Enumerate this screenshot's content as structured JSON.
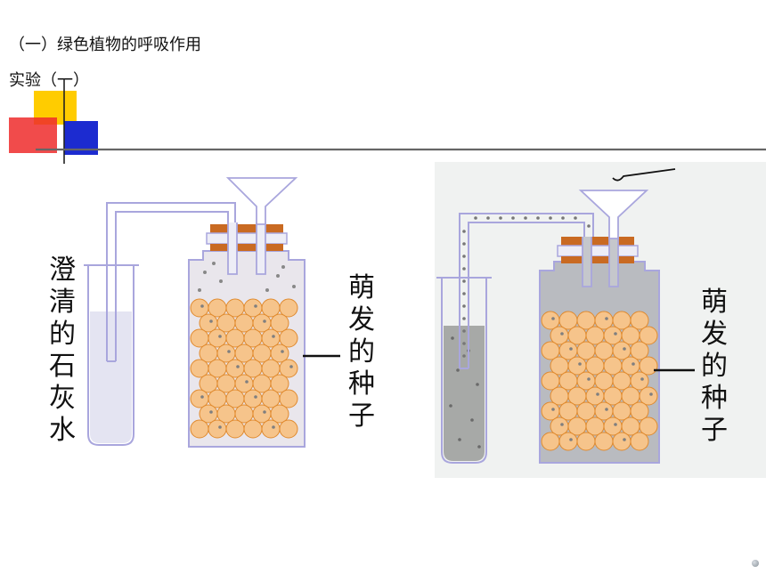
{
  "header": {
    "title": "（一）绿色植物的呼吸作用",
    "subtitle": "实验（一）"
  },
  "left_setup": {
    "tube_label": [
      "澄",
      "清",
      "的",
      "石",
      "灰",
      "水"
    ],
    "jar_label": [
      "萌",
      "发",
      "的",
      "种",
      "子"
    ]
  },
  "right_setup": {
    "jar_label": [
      "萌",
      "发",
      "的",
      "种",
      "子"
    ]
  },
  "colors": {
    "seed_fill": "#f6c48b",
    "seed_stroke": "#e08a2e",
    "stopper": "#c96a22",
    "glass_outline": "#a9a6dd",
    "limewater_clear": "#e4e4f2",
    "limewater_cloudy": "#a7a9a7",
    "jar_gas_gray": "#b9bbc0"
  }
}
